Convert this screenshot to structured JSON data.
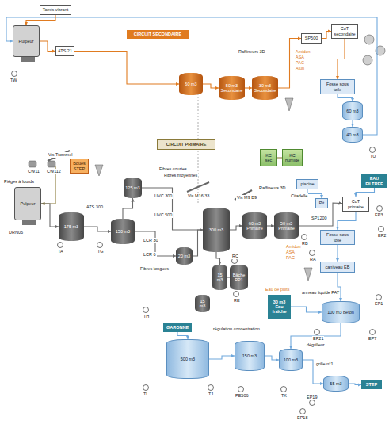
{
  "diagram": {
    "nodes": [
      {
        "text": [
          "Tamis vibrant"
        ]
      },
      {
        "text": [
          "Pulpeur"
        ]
      },
      {
        "text": [
          "ATS 21"
        ]
      },
      {
        "text": [
          "CIRCUIT SECONDAIRE"
        ]
      },
      {
        "text": [
          "60 m3"
        ]
      },
      {
        "text": [
          "50 m3 Secondaire"
        ]
      },
      {
        "text": [
          "30 m3 Secondaire"
        ]
      },
      {
        "text": [
          "SP500"
        ]
      },
      {
        "text": [
          "CoT secondaire"
        ]
      },
      {
        "text": [
          "Fosse sous toile"
        ]
      },
      {
        "text": [
          "60 m3"
        ]
      },
      {
        "text": [
          "40 m3"
        ]
      },
      {
        "text": [
          "CIRCUIT PRIMAIRE"
        ]
      },
      {
        "text": [
          "Boues STEP"
        ]
      },
      {
        "text": [
          "Pulpeur"
        ]
      },
      {
        "text": [
          "175 m3"
        ]
      },
      {
        "text": [
          "125 m3"
        ]
      },
      {
        "text": [
          "150 m3"
        ]
      },
      {
        "text": [
          "300 m3"
        ]
      },
      {
        "text": [
          "60 m3 Primaire"
        ]
      },
      {
        "text": [
          "50 m3 Primaire"
        ]
      },
      {
        "text": [
          "20 m3"
        ]
      },
      {
        "text": [
          "15 m3"
        ]
      },
      {
        "text": [
          "Bâche RP1"
        ]
      },
      {
        "text": [
          "15 m3"
        ]
      },
      {
        "text": [
          "KC sec"
        ]
      },
      {
        "text": [
          "KC humide"
        ]
      },
      {
        "text": [
          "piscine"
        ]
      },
      {
        "text": [
          "Pit"
        ]
      },
      {
        "text": [
          "CoT primaire"
        ]
      },
      {
        "text": [
          "EAU FILTREE"
        ]
      },
      {
        "text": [
          "Fosse sous toile"
        ]
      },
      {
        "text": [
          "caniveau EB"
        ]
      },
      {
        "text": [
          "30 m3 Eau fraîche"
        ]
      },
      {
        "text": [
          "100 m3 béton"
        ]
      },
      {
        "text": [
          "GARONNE"
        ]
      },
      {
        "text": [
          "500 m3"
        ]
      },
      {
        "text": [
          "150 m3"
        ]
      },
      {
        "text": [
          "100 m3"
        ]
      },
      {
        "text": [
          "55 m3"
        ]
      },
      {
        "text": [
          "STEP"
        ]
      }
    ],
    "edges": [
      {
        "from": 1,
        "to": 2,
        "arrow": "to"
      },
      {
        "from": 2,
        "to": 4,
        "arrow": "to"
      },
      {
        "from": 4,
        "to": 5,
        "arrow": "to"
      },
      {
        "from": 5,
        "to": 6,
        "arrow": "to"
      },
      {
        "from": 6,
        "to": 7,
        "arrow": "to"
      },
      {
        "from": 7,
        "to": 8,
        "arrow": "to"
      },
      {
        "from": 8,
        "to": 9,
        "arrow": "to"
      },
      {
        "from": 9,
        "to": 10,
        "arrow": "to"
      },
      {
        "from": 10,
        "to": 11,
        "arrow": "to"
      },
      {
        "from": 11,
        "to": 1,
        "arrow": "to"
      },
      {
        "from": 0,
        "to": 1,
        "arrow": "to"
      },
      {
        "from": 13,
        "to": 14,
        "arrow": "to"
      },
      {
        "from": 14,
        "to": 15,
        "arrow": "to"
      },
      {
        "from": 15,
        "to": 17,
        "arrow": "to"
      },
      {
        "from": 17,
        "to": 16,
        "arrow": "to"
      },
      {
        "from": 16,
        "to": 18,
        "arrow": "to"
      },
      {
        "from": 17,
        "to": 21,
        "arrow": "to"
      },
      {
        "from": 21,
        "to": 18,
        "arrow": "to"
      },
      {
        "from": 18,
        "to": 19,
        "arrow": "to"
      },
      {
        "from": 19,
        "to": 20,
        "arrow": "to"
      },
      {
        "from": 20,
        "to": 29,
        "arrow": "to"
      },
      {
        "from": 29,
        "to": 31,
        "arrow": "to"
      },
      {
        "from": 31,
        "to": 32,
        "arrow": "to"
      },
      {
        "from": 32,
        "to": 34,
        "arrow": "to"
      },
      {
        "from": 34,
        "to": 38,
        "arrow": "to"
      },
      {
        "from": 35,
        "to": 36,
        "arrow": "to"
      },
      {
        "from": 36,
        "to": 37,
        "arrow": "to"
      },
      {
        "from": 37,
        "to": 38,
        "arrow": "to"
      },
      {
        "from": 38,
        "to": 39,
        "arrow": "to"
      },
      {
        "from": 39,
        "to": 40,
        "arrow": "to"
      },
      {
        "from": 18,
        "to": 22,
        "arrow": "to"
      },
      {
        "from": 22,
        "to": 23,
        "arrow": "none"
      },
      {
        "from": 25,
        "to": 26,
        "arrow": "none"
      },
      {
        "from": 27,
        "to": 28,
        "arrow": "to"
      },
      {
        "from": 30,
        "to": 29,
        "arrow": "to"
      },
      {
        "from": 33,
        "to": 34,
        "arrow": "to"
      }
    ],
    "labels": [
      "TW",
      "TU",
      "Raffineurs 3D",
      "Amidon",
      "ASA",
      "PAC",
      "Alun",
      "Pièges à lourds",
      "Vis Trommel",
      "CW11",
      "CW112",
      "DRN06",
      "TA",
      "ATS 300",
      "TG",
      "UVC 300",
      "UVC 500",
      "LCR 30",
      "LCR 6",
      "Fibres courtes",
      "Fibres moyennes",
      "Fibres longues",
      "Vis M16 33",
      "Vis M9 B9",
      "Raffineurs 3D",
      "RC",
      "RE",
      "RB",
      "Citadelle",
      "SP1200",
      "Amidon",
      "ASA",
      "PAC",
      "EP2",
      "EP3",
      "RA",
      "anneau liquide PAT",
      "régulation concentration",
      "EP21",
      "EP7",
      "TH",
      "TI",
      "TJ",
      "PE506",
      "TK",
      "dégrilleur",
      "grille n°1",
      "EP19",
      "EP18",
      "Eau de puits",
      "EP1"
    ]
  }
}
